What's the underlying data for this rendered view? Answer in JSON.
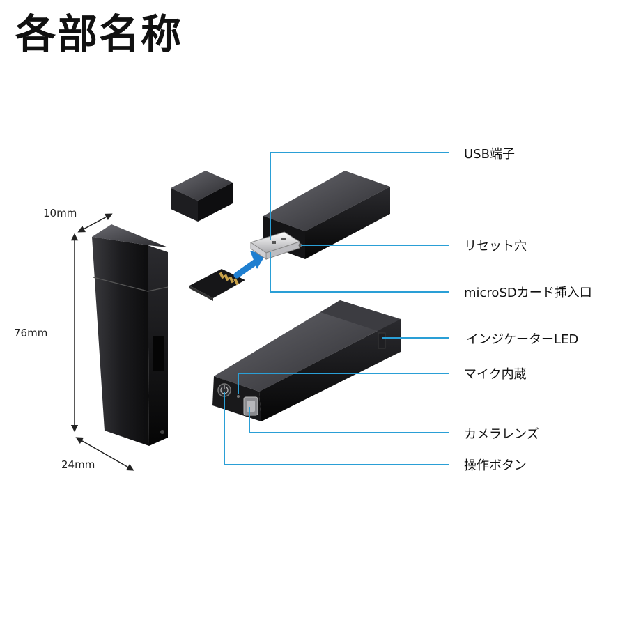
{
  "title": "各部名称",
  "dimensions": {
    "depth": "10mm",
    "height": "76mm",
    "width": "24mm"
  },
  "callouts": {
    "usb": "USB端子",
    "reset": "リセット穴",
    "microsd": "microSDカード挿入口",
    "indicator": "インジケーターLED",
    "mic": "マイク内蔵",
    "lens": "カメラレンズ",
    "button": "操作ボタン"
  },
  "colors": {
    "callout_line": "#2a9fd6",
    "arrow": "#1f7fd0",
    "body": "#1b1b1e"
  }
}
